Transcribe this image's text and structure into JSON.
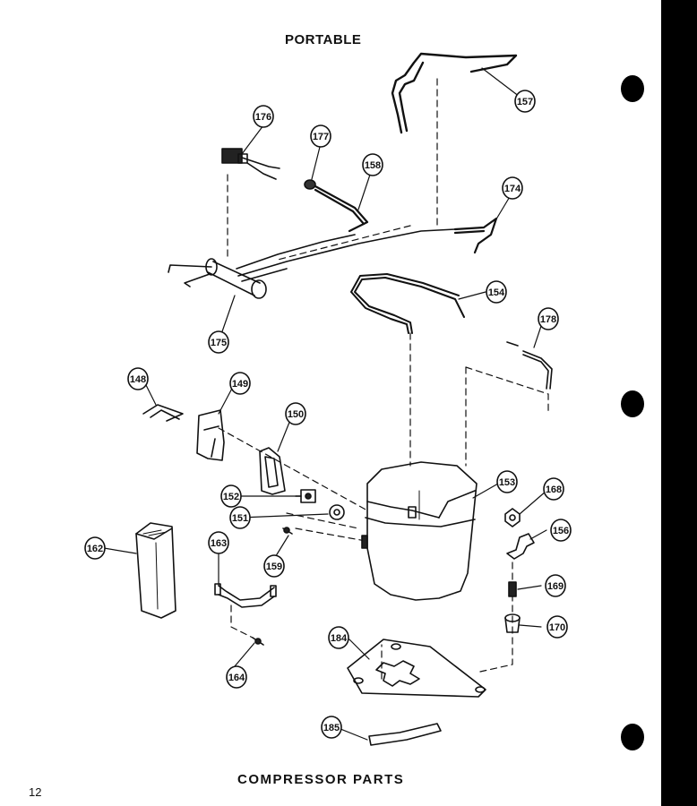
{
  "page": {
    "title_top": "PORTABLE",
    "title_bottom": "COMPRESSOR PARTS",
    "page_number": "12"
  },
  "callouts": [
    "157",
    "176",
    "177",
    "158",
    "174",
    "154",
    "178",
    "175",
    "148",
    "149",
    "150",
    "153",
    "168",
    "152",
    "151",
    "156",
    "162",
    "163",
    "159",
    "169",
    "170",
    "184",
    "164",
    "185"
  ]
}
